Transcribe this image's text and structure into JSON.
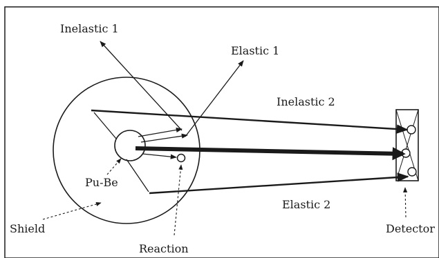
{
  "labels": {
    "inelastic1": "Inelastic 1",
    "elastic1": "Elastic 1",
    "inelastic2": "Inelastic 2",
    "elastic2": "Elastic 2",
    "pube": "Pu-Be",
    "shield": "Shield",
    "reaction": "Reaction",
    "detector": "Detector"
  },
  "colors": {
    "stroke": "#1a1a1a",
    "background": "#ffffff"
  }
}
